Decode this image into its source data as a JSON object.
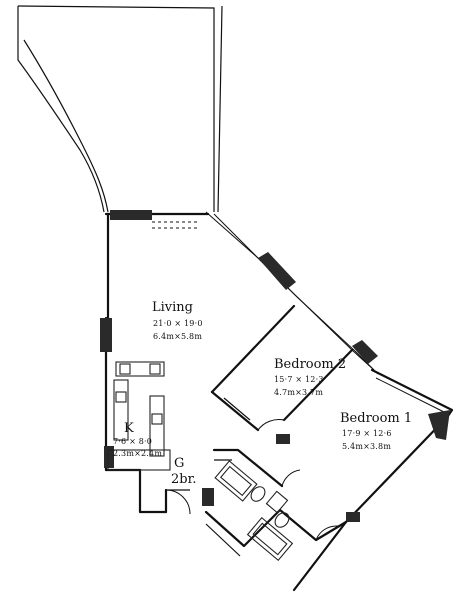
{
  "rooms": {
    "living": {
      "name": "Living",
      "dim_imperial": "21·0 × 19·0",
      "dim_metric": "6.4m×5.8m"
    },
    "bedroom2": {
      "name": "Bedroom 2",
      "dim_imperial": "15·7 × 12·3",
      "dim_metric": "4.7m×3.7m"
    },
    "bedroom1": {
      "name": "Bedroom 1",
      "dim_imperial": "17·9 × 12·6",
      "dim_metric": "5.4m×3.8m"
    },
    "kitchen": {
      "name": "K",
      "dim_imperial": "7·6 × 8·0",
      "dim_metric": "2.3m×2.4m"
    },
    "foyer": {
      "name": "G",
      "subtitle": "2br."
    }
  }
}
